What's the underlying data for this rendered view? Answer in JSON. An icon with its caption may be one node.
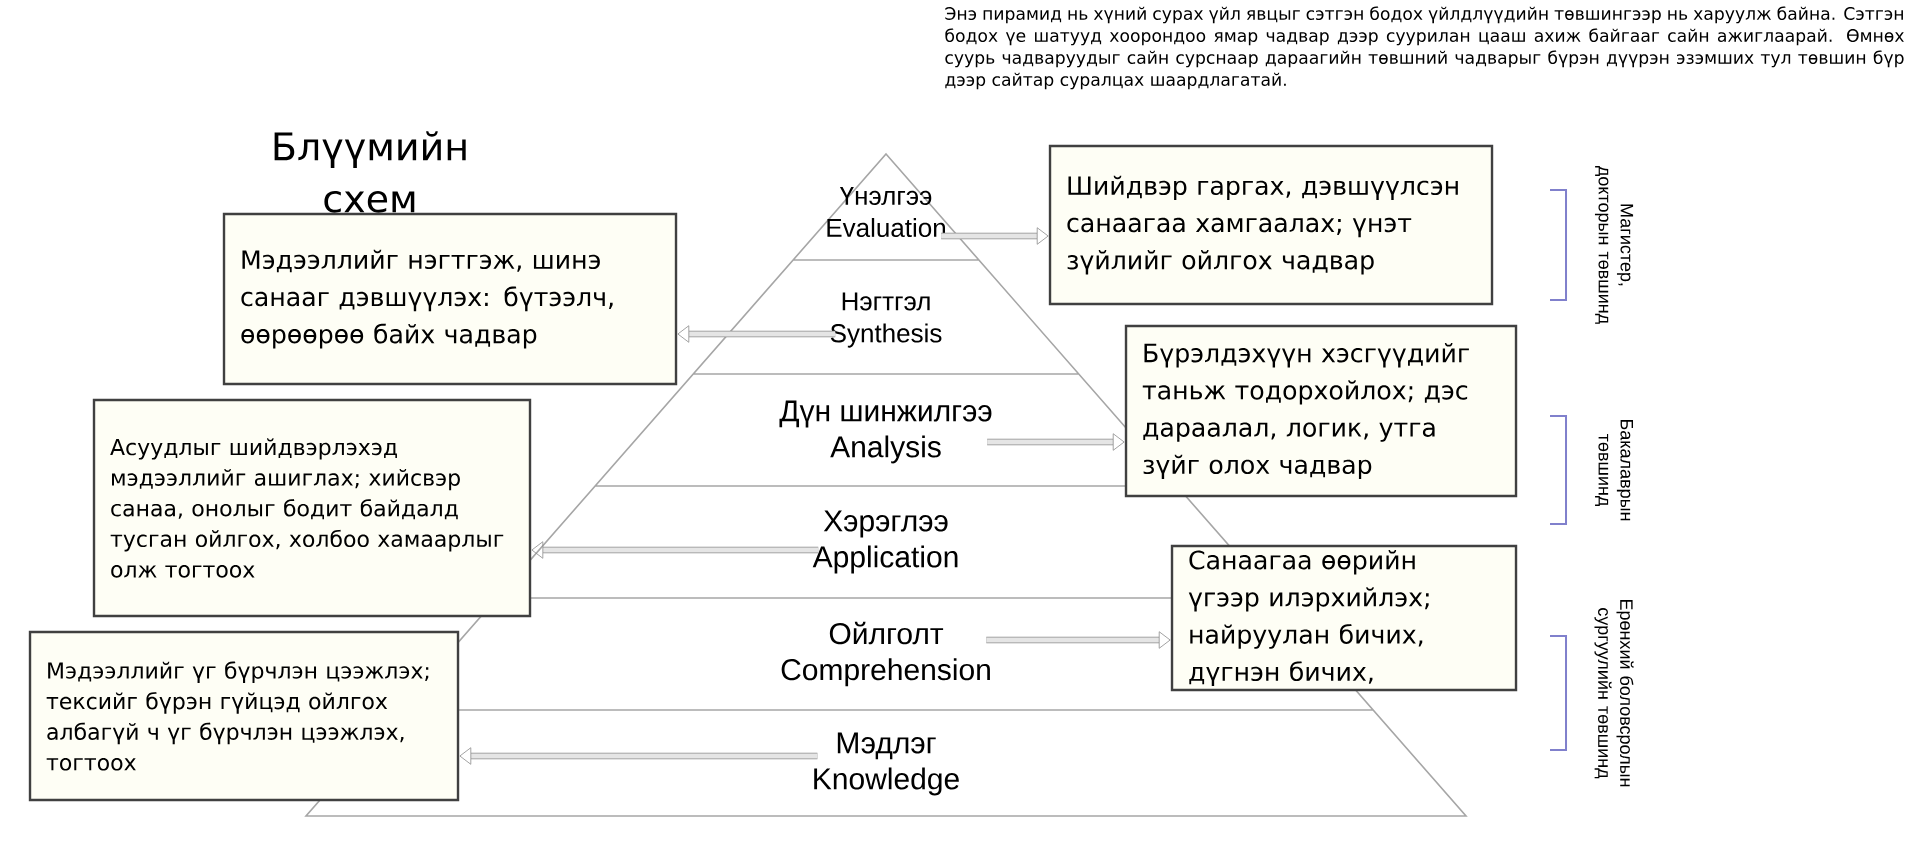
{
  "diagram": {
    "title": "Блүүмийн схем",
    "nodes": [
      {
        "text": [
          "Үнэлгээ",
          "Evaluation"
        ]
      },
      {
        "text": [
          "Нэгтгэл",
          "Synthesis"
        ]
      },
      {
        "text": [
          "Дүн шинжилгээ",
          "Analysis"
        ]
      },
      {
        "text": [
          "Хэрэглээ",
          "Application"
        ]
      },
      {
        "text": [
          "Ойлголт",
          "Comprehension"
        ]
      },
      {
        "text": [
          "Мэдлэг",
          "Knowledge"
        ]
      },
      {
        "text": [
          "Шийдвэр гаргах, дэвшүүлсэн санаагаа хамгаалах; үнэт зүйлийг ойлгох чадвар"
        ]
      },
      {
        "text": [
          "Мэдээллийг нэгтгэж, шинэ санааг дэвшүүлэх: бүтээлч, өөрөөрөө байх чадвар"
        ]
      },
      {
        "text": [
          "Бүрэлдэхүүн хэсгүүдийг таньж тодорхойлох; дэс дараалал, логик, утга зүйг олох чадвар"
        ]
      },
      {
        "text": [
          "Асуудлыг шийдвэрлэхэд мэдээллийг ашиглах; хийсвэр санаа, онолыг бодит байдалд тусган ойлгох, холбоо хамаарлыг олж тогтоох"
        ]
      },
      {
        "text": [
          "Санаагаа өөрийн үгээр илэрхийлэх; найруулан бичих, дүгнэн бичих,"
        ]
      },
      {
        "text": [
          "Мэдээллийг үг бүрчлэн цээжлэх; тексийг бүрэн гүйцэд ойлгох албагүй ч үг бүрчлэн цээжлэх, тогтоох"
        ]
      }
    ],
    "edges": [
      {
        "from": 0,
        "to": 6,
        "arrow": "to"
      },
      {
        "from": 1,
        "to": 7,
        "arrow": "to"
      },
      {
        "from": 2,
        "to": 8,
        "arrow": "to"
      },
      {
        "from": 3,
        "to": 9,
        "arrow": "to"
      },
      {
        "from": 4,
        "to": 10,
        "arrow": "to"
      },
      {
        "from": 5,
        "to": 11,
        "arrow": "to"
      }
    ],
    "labels": [
      "Энэ пирамид нь хүний сурах үйл явцыг сэтгэн бодох үйлдлүүдийн төвшингээр нь харуулж байна. Сэтгэн бодох үе шатууд хоорондоо ямар чадвар дээр суурилан цааш ахиж байгааг сайн ажиглаарай. Өмнөх суурь чадваруудыг сайн сурснаар дараагийн төвшний чадварыг бүрэн дүүрэн эзэмших тул төвшин бүр дээр сайтар суралцах шаардлагатай.",
      "Магистер, докторын төвшинд",
      "Бакалаврын төвшинд",
      "Ерөнхий боловсролын сургуулийн төвшинд"
    ]
  }
}
